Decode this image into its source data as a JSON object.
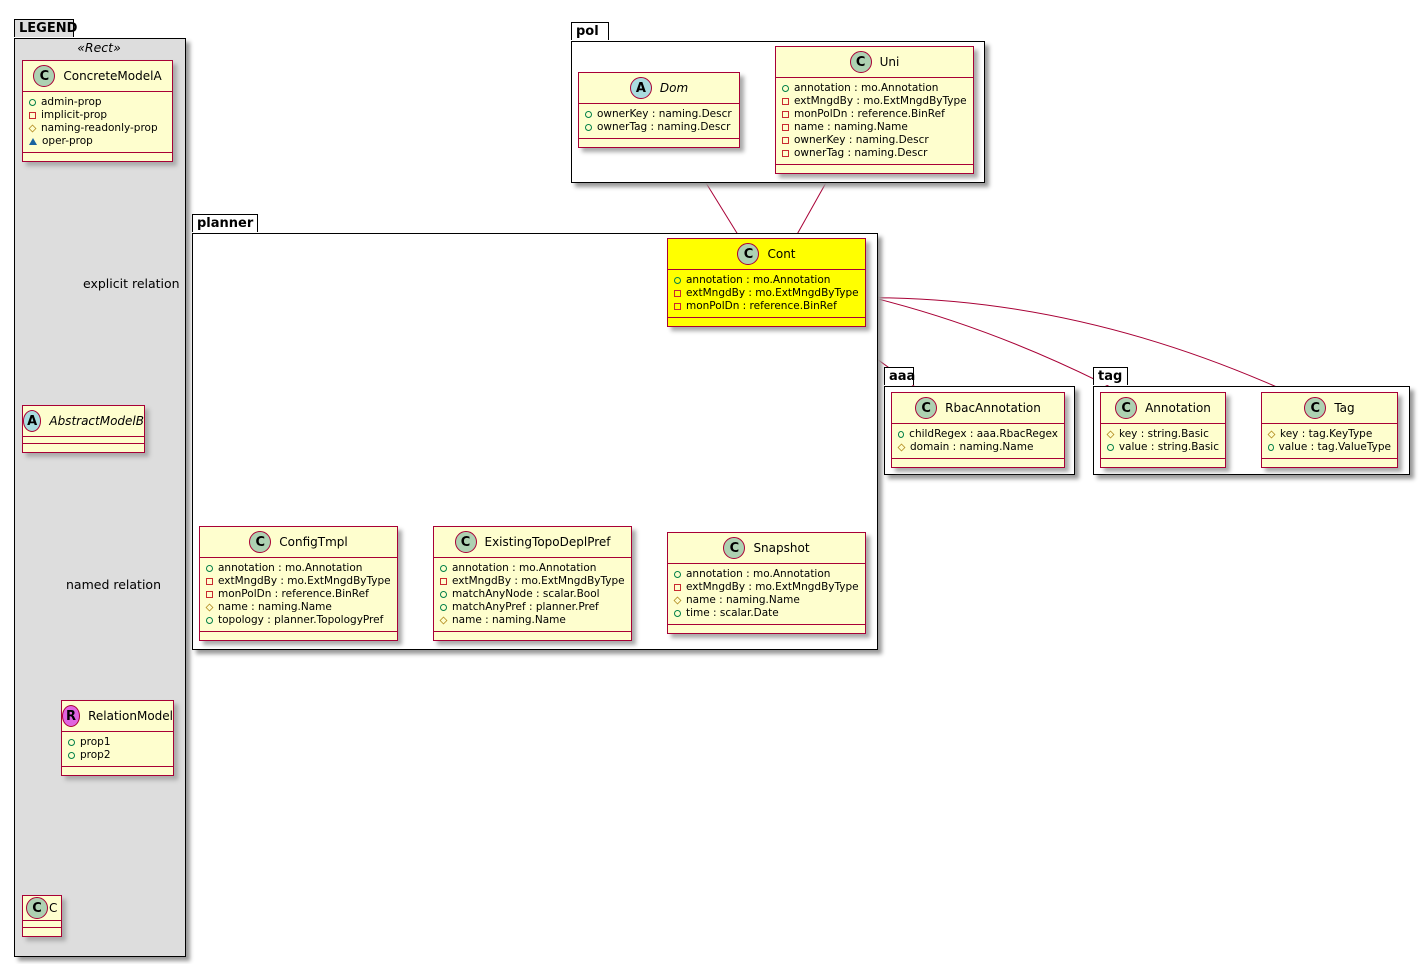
{
  "packages": [
    {
      "name": "LEGEND",
      "stereotype": "«Rect»"
    },
    {
      "name": "pol"
    },
    {
      "name": "planner"
    },
    {
      "name": "aaa"
    },
    {
      "name": "tag"
    }
  ],
  "relations": {
    "explicit": "explicit relation",
    "named": "named relation"
  },
  "colors": {
    "class_fill": "#fefece",
    "class_border": "#a80036",
    "highlight": "#ffff00",
    "legend_bg": "#dddddd"
  },
  "classes": [
    {
      "id": "ConcreteModelA",
      "kind": "C",
      "attrs": [
        [
          "+",
          "admin-prop"
        ],
        [
          "-",
          "implicit-prop"
        ],
        [
          "#",
          "naming-readonly-prop"
        ],
        [
          "~",
          "oper-prop"
        ]
      ]
    },
    {
      "id": "AbstractModelB",
      "kind": "A",
      "italic": true,
      "attrs": []
    },
    {
      "id": "RelationModel",
      "kind": "R",
      "attrs": [
        [
          "+",
          "prop1"
        ],
        [
          "+",
          "prop2"
        ]
      ]
    },
    {
      "id": "C",
      "kind": "C",
      "attrs": []
    },
    {
      "id": "Dom",
      "kind": "A",
      "italic": true,
      "attrs": [
        [
          "+",
          "ownerKey : naming.Descr"
        ],
        [
          "+",
          "ownerTag : naming.Descr"
        ]
      ]
    },
    {
      "id": "Uni",
      "kind": "C",
      "attrs": [
        [
          "+",
          "annotation : mo.Annotation"
        ],
        [
          "-",
          "extMngdBy : mo.ExtMngdByType"
        ],
        [
          "-",
          "monPolDn : reference.BinRef"
        ],
        [
          "-",
          "name : naming.Name"
        ],
        [
          "-",
          "ownerKey : naming.Descr"
        ],
        [
          "-",
          "ownerTag : naming.Descr"
        ]
      ]
    },
    {
      "id": "Cont",
      "kind": "C",
      "highlight": true,
      "attrs": [
        [
          "+",
          "annotation : mo.Annotation"
        ],
        [
          "-",
          "extMngdBy : mo.ExtMngdByType"
        ],
        [
          "-",
          "monPolDn : reference.BinRef"
        ]
      ]
    },
    {
      "id": "ConfigTmpl",
      "kind": "C",
      "attrs": [
        [
          "+",
          "annotation : mo.Annotation"
        ],
        [
          "-",
          "extMngdBy : mo.ExtMngdByType"
        ],
        [
          "-",
          "monPolDn : reference.BinRef"
        ],
        [
          "#",
          "name : naming.Name"
        ],
        [
          "+",
          "topology : planner.TopologyPref"
        ]
      ]
    },
    {
      "id": "ExistingTopoDeplPref",
      "kind": "C",
      "attrs": [
        [
          "+",
          "annotation : mo.Annotation"
        ],
        [
          "-",
          "extMngdBy : mo.ExtMngdByType"
        ],
        [
          "+",
          "matchAnyNode : scalar.Bool"
        ],
        [
          "+",
          "matchAnyPref : planner.Pref"
        ],
        [
          "#",
          "name : naming.Name"
        ]
      ]
    },
    {
      "id": "Snapshot",
      "kind": "C",
      "attrs": [
        [
          "+",
          "annotation : mo.Annotation"
        ],
        [
          "-",
          "extMngdBy : mo.ExtMngdByType"
        ],
        [
          "#",
          "name : naming.Name"
        ],
        [
          "+",
          "time : scalar.Date"
        ]
      ]
    },
    {
      "id": "RbacAnnotation",
      "kind": "C",
      "attrs": [
        [
          "+",
          "childRegex : aaa.RbacRegex"
        ],
        [
          "#",
          "domain : naming.Name"
        ]
      ]
    },
    {
      "id": "Annotation",
      "kind": "C",
      "attrs": [
        [
          "#",
          "key : string.Basic"
        ],
        [
          "+",
          "value : string.Basic"
        ]
      ]
    },
    {
      "id": "Tag",
      "kind": "C",
      "attrs": [
        [
          "#",
          "key : tag.KeyType"
        ],
        [
          "+",
          "value : tag.ValueType"
        ]
      ]
    }
  ]
}
